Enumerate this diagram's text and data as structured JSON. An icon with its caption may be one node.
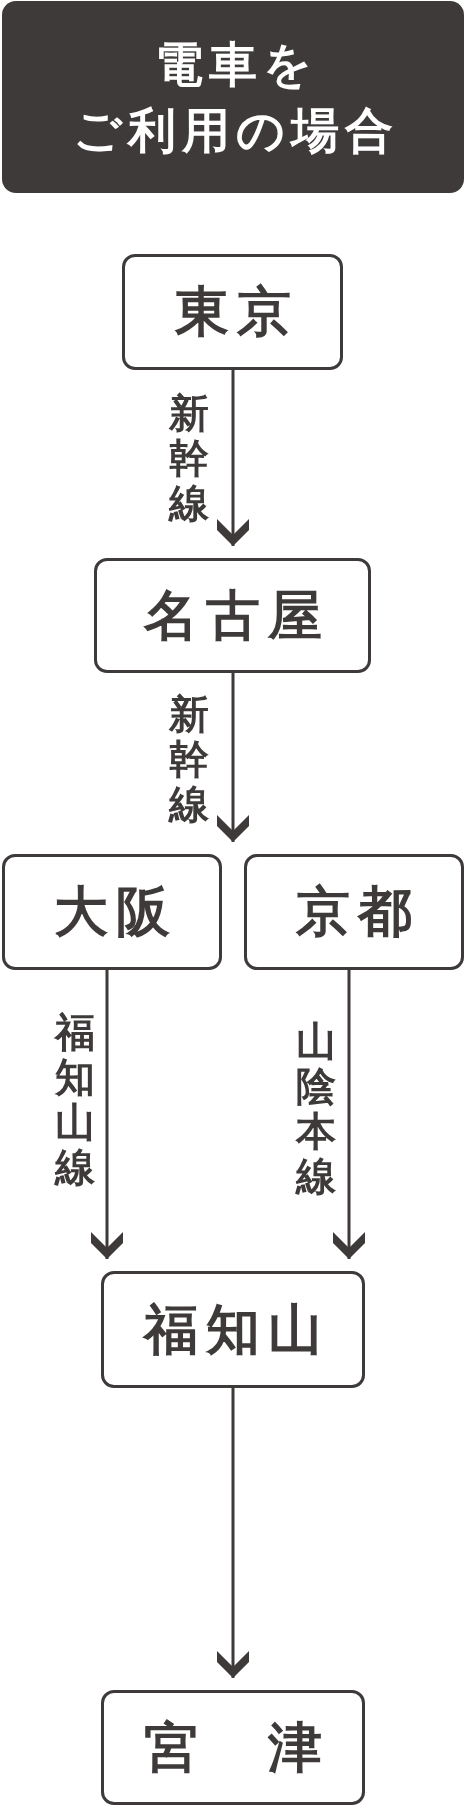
{
  "diagram": {
    "title": "電車をご利用の場合",
    "nodes": [
      {
        "text": [
          "東京"
        ]
      },
      {
        "text": [
          "名古屋"
        ]
      },
      {
        "text": [
          "大阪"
        ]
      },
      {
        "text": [
          "京都"
        ]
      },
      {
        "text": [
          "福知山"
        ]
      },
      {
        "text": [
          "宮　津"
        ]
      }
    ],
    "edges": [
      {
        "from": 0,
        "to": 1,
        "arrow": "to",
        "label": "新幹線"
      },
      {
        "from": 1,
        "to": 2,
        "arrow": "to",
        "label": "新幹線"
      },
      {
        "from": 1,
        "to": 3,
        "arrow": "to"
      },
      {
        "from": 2,
        "to": 4,
        "arrow": "to",
        "label": "福知山線"
      },
      {
        "from": 3,
        "to": 4,
        "arrow": "to",
        "label": "山陰本線"
      },
      {
        "from": 4,
        "to": 5,
        "arrow": "to"
      }
    ]
  }
}
